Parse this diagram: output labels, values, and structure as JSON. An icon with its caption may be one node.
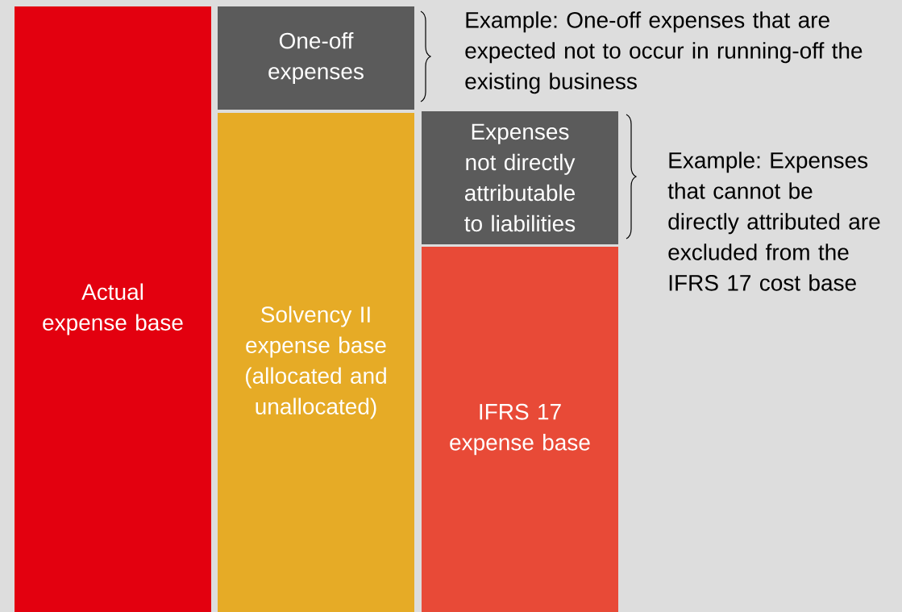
{
  "diagram": {
    "nodes": [
      {
        "text": [
          "Actual expense base"
        ]
      },
      {
        "text": [
          "One-off expenses"
        ]
      },
      {
        "text": [
          "Solvency II expense base (allocated and unallocated)"
        ]
      },
      {
        "text": [
          "Expenses not directly attributable to liabilities"
        ]
      },
      {
        "text": [
          "IFRS 17 expense base"
        ]
      }
    ],
    "labels": [
      "Example: One-off expenses that are expected not to occur in running-off the existing business",
      "Example: Expenses that cannot be directly attributed are excluded from the IFRS 17 cost base"
    ]
  }
}
